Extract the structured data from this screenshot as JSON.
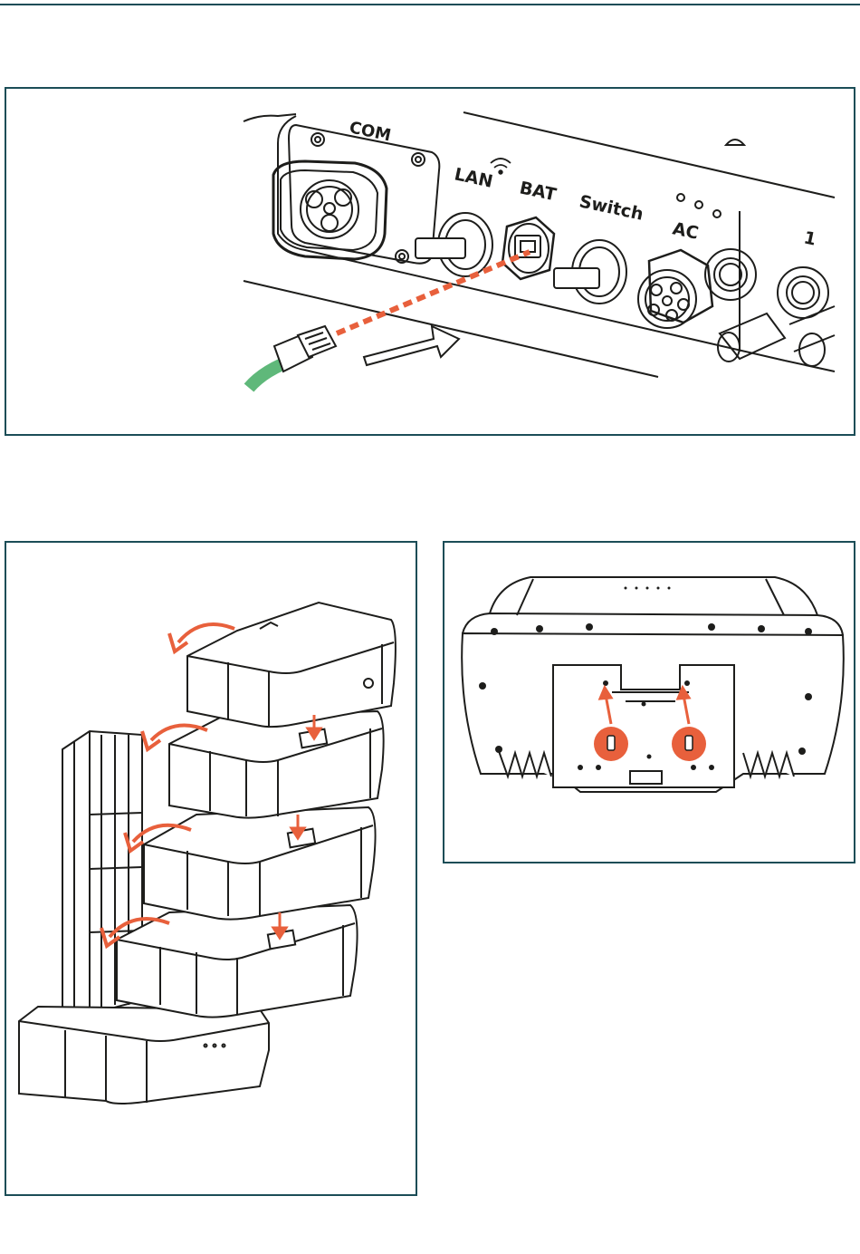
{
  "ports": {
    "com": "COM",
    "lan": "LAN",
    "bat": "BAT",
    "switch": "Switch",
    "ac": "AC",
    "one": "1"
  },
  "colors": {
    "frame": "#1b4d57",
    "accent": "#e8603c",
    "cable": "#5fb87a",
    "line": "#1d1d1b"
  },
  "icons": [
    "wifi-icon",
    "rj45-plug-icon",
    "arrow-icon",
    "screw-icon",
    "battery-module-icon"
  ]
}
